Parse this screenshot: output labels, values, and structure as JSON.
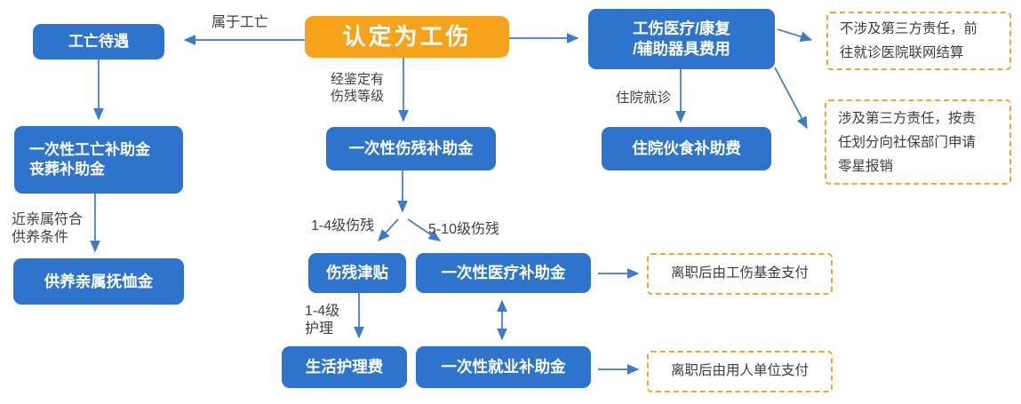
{
  "colors": {
    "node_fill": "#2E74CC",
    "title_fill": "#F7A21B",
    "arrow": "#3E7AC8",
    "note_border": "#F0A437",
    "label_text": "#404040",
    "node_text": "#FFFFFF",
    "background": "#FFFFFF"
  },
  "flowchart": {
    "title": "认定为工伤",
    "nodes": {
      "work_death_benefits": "工亡待遇",
      "onetime_death_funeral": "一次性工亡补助金\n丧葬补助金",
      "dependent_pension": "供养亲属抚恤金",
      "onetime_disability_subsidy": "一次性伤残补助金",
      "disability_allowance": "伤残津贴",
      "onetime_medical_subsidy": "一次性医疗补助金",
      "life_care_fee": "生活护理费",
      "onetime_employment_subsidy": "一次性就业补助金",
      "medical_rehab_cost": "工伤医疗/康复\n/辅助器具费用",
      "hospital_meal_subsidy": "住院伙食补助费"
    },
    "notes": {
      "no_third_party": "不涉及第三方责任，前\n往就诊医院联网结算",
      "third_party": "涉及第三方责任，按责\n任划分向社保部门申请\n零星报销",
      "fund_pays": "离职后由工伤基金支付",
      "employer_pays": "离职后由用人单位支付"
    },
    "edge_labels": {
      "belongs_work_death": "属于工亡",
      "assessed_grade": "经鉴定有\n伤残等级",
      "relatives_eligible": "近亲属符合\n供养条件",
      "grade_1_4": "1-4级伤残",
      "grade_5_10": "5-10级伤残",
      "grade_1_4_care": "1-4级\n护理",
      "hospitalized": "住院就诊"
    }
  }
}
